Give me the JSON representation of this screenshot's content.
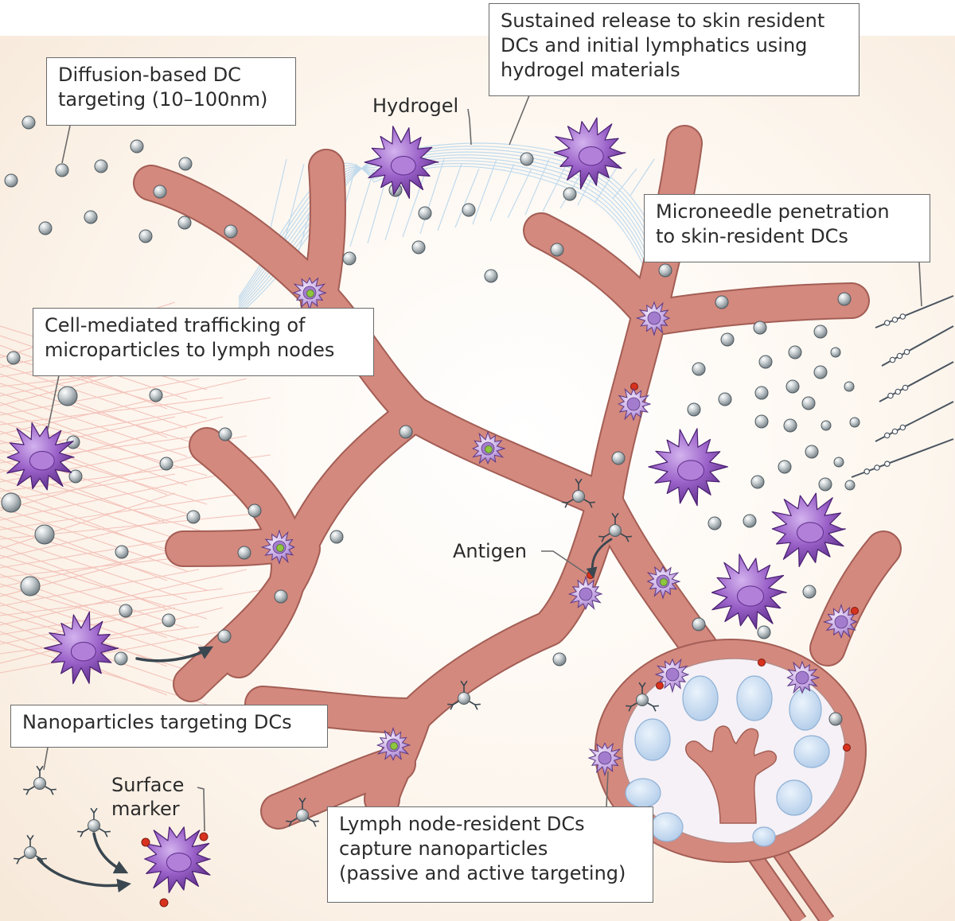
{
  "callouts": {
    "diffusion": [
      "Diffusion-based DC",
      "targeting (10–100nm)"
    ],
    "sustained": [
      "Sustained release to skin resident",
      "DCs and initial lymphatics using",
      "hydrogel materials"
    ],
    "microneedle": [
      "Microneedle penetration",
      "to skin-resident DCs"
    ],
    "cell_mediated": [
      "Cell-mediated trafficking of",
      "microparticles to lymph nodes"
    ],
    "nanoparticles": [
      "Nanoparticles targeting DCs"
    ],
    "lymph_node": [
      "Lymph node-resident DCs",
      "capture nanoparticles",
      "(passive and active targeting)"
    ]
  },
  "labels": {
    "hydrogel": "Hydrogel",
    "antigen": "Antigen",
    "surface_marker": [
      "Surface",
      "marker"
    ]
  },
  "colors": {
    "background": "#fbf1e6",
    "vessel_fill": "#d4897e",
    "vessel_stroke": "#a35e55",
    "particle": "#a8b1b6",
    "dc_purple": "#7a4aa8",
    "node_follicle": "#c8dcf0",
    "antigen_red": "#d8321e",
    "cargo_green": "#8ec63f"
  }
}
